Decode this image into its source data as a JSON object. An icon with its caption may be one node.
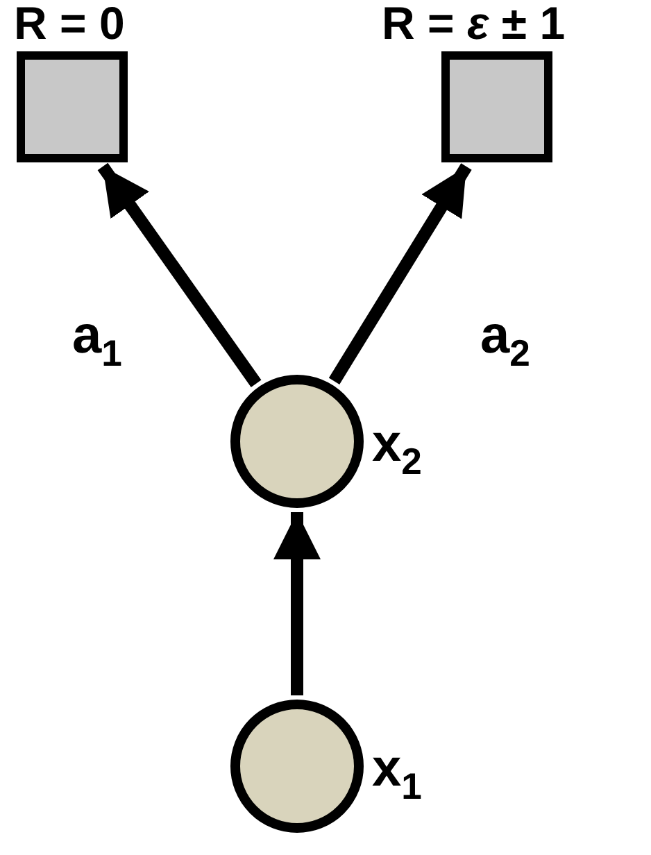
{
  "diagram": {
    "nodes": [
      {
        "text": [
          "R = 0"
        ]
      },
      {
        "text": [
          "R = *ε* ± 1"
        ]
      },
      {
        "text": [],
        "shape": "circle",
        "beside": [
          "x$_{2}$"
        ]
      },
      {
        "text": [],
        "shape": "circle",
        "beside": [
          "x$_{1}$"
        ]
      }
    ],
    "edges": [
      {
        "from": 2,
        "to": 0,
        "arrow": "to",
        "label": "a$_{1}$"
      },
      {
        "from": 2,
        "to": 1,
        "arrow": "to",
        "label": "a$_{2}$"
      },
      {
        "from": 3,
        "to": 2,
        "arrow": "to"
      }
    ]
  }
}
